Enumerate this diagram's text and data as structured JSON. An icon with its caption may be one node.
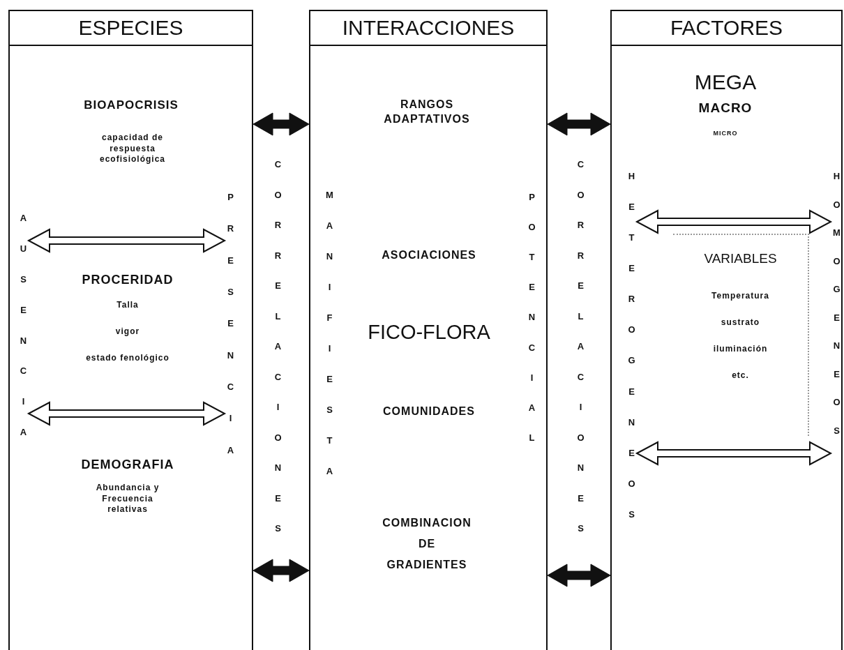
{
  "diagram": {
    "nodes": [
      {
        "text": [
          "ESPECIES"
        ]
      },
      {
        "text": [
          "INTERACCIONES"
        ]
      },
      {
        "text": [
          "FACTORES"
        ]
      },
      {
        "text": [
          "AUSENCIA"
        ],
        "in": 0
      },
      {
        "text": [
          "PRESENCIA"
        ],
        "in": 0
      },
      {
        "text": [
          "HETEROGENEOS"
        ],
        "in": 2
      },
      {
        "text": [
          "HOMOGENEOS"
        ],
        "in": 2
      },
      {
        "text": [
          "VARIABLES",
          "Temperatura",
          "sustrato",
          "iluminación",
          "etc."
        ],
        "in": 2
      }
    ],
    "edges": [
      {
        "from": 0,
        "to": 1,
        "arrow": "both",
        "style": "thick"
      },
      {
        "from": 1,
        "to": 2,
        "arrow": "both",
        "style": "thick"
      },
      {
        "from": 3,
        "to": 4,
        "arrow": "both"
      },
      {
        "from": 5,
        "to": 6,
        "arrow": "both"
      },
      {
        "from": 3,
        "to": 4,
        "arrow": "both"
      },
      {
        "from": 5,
        "to": 6,
        "arrow": "both"
      },
      {
        "from": 0,
        "to": 1,
        "arrow": "both",
        "style": "thick"
      },
      {
        "from": 1,
        "to": 2,
        "arrow": "both",
        "style": "thick"
      }
    ],
    "labels": [
      "BIOAPOCRISIS",
      "capacidad de respuesta ecofisiológica",
      "PROCERIDAD",
      "Talla",
      "vigor",
      "estado fenológico",
      "DEMOGRAFIA",
      "Abundancia y Frecuencia relativas",
      "CORRELACIONES",
      "RANGOS ADAPTATIVOS",
      "MANIFIESTA",
      "POTENCIAL",
      "ASOCIACIONES",
      "FICO-FLORA",
      "COMUNIDADES",
      "COMBINACION DE GRADIENTES",
      "CORRELACIONES",
      "MEGA",
      "MACRO",
      "MICRO"
    ]
  }
}
